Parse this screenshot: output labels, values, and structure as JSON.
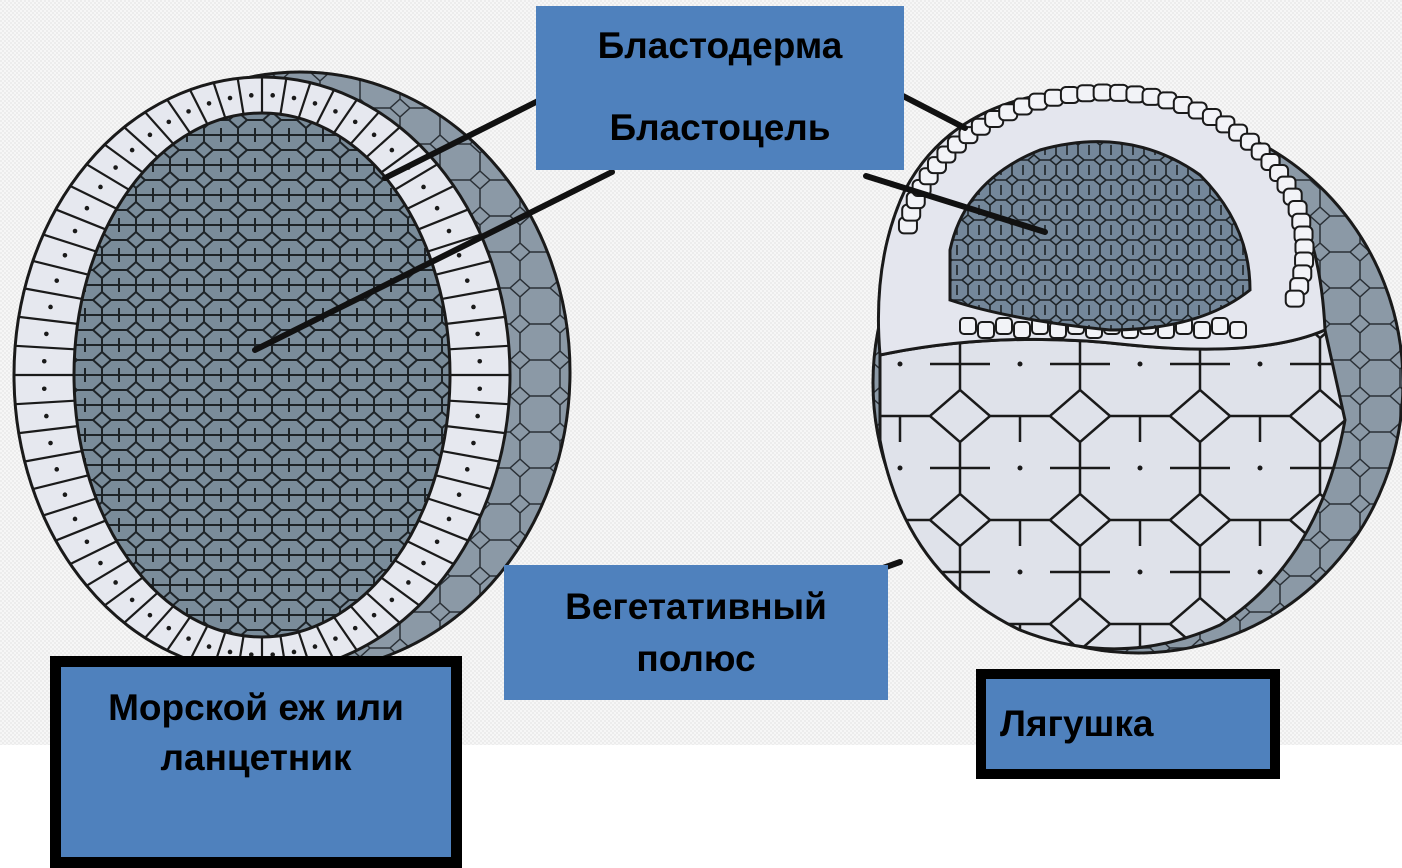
{
  "labels": {
    "blastoderm": "Бластодерма",
    "blastocoel": "Бластоцель",
    "vegetal_pole": "Вегетативный полюс",
    "sea_urchin": "Морской еж или ланцетник",
    "frog": "Лягушка"
  },
  "colors": {
    "label_fill": "#4f81bd",
    "cell_light": "#e4e6ee",
    "cell_dark": "#6e8190",
    "outline": "#1a1a1a"
  }
}
